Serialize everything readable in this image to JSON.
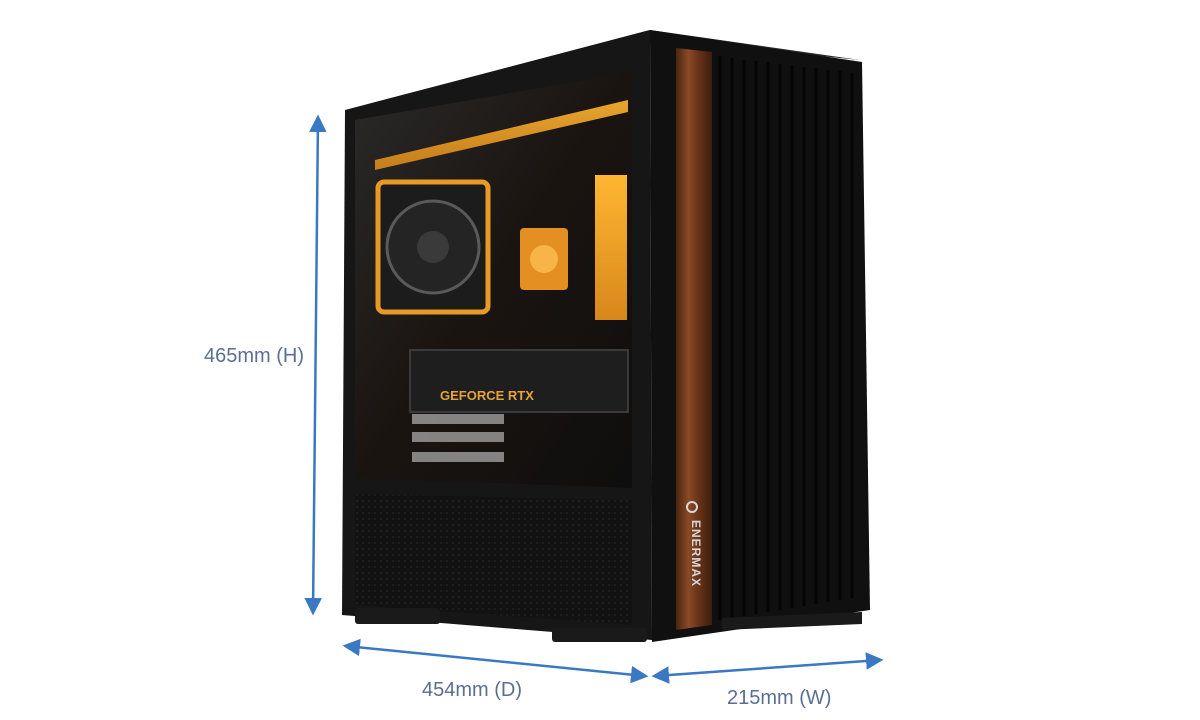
{
  "dimensions": {
    "height": "465mm (H)",
    "depth": "454mm (D)",
    "width": "215mm (W)"
  },
  "product": {
    "brand_mark": "ENERMAX",
    "gpu_text": "GEFORCE RTX"
  },
  "colors": {
    "arrow": "#3a78c4",
    "label": "#5b6e93",
    "case_body": "#141414",
    "wood": "#6b3a1f",
    "accent_glow": "#f5a623"
  }
}
